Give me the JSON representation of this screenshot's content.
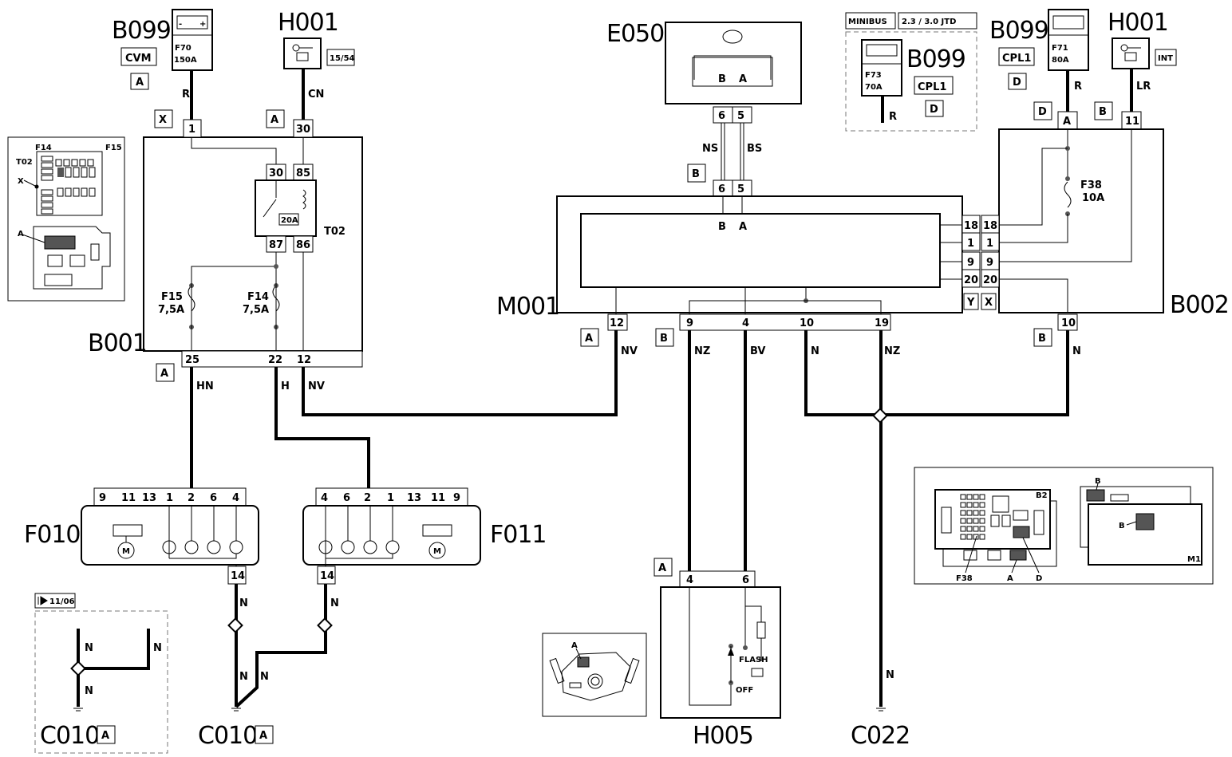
{
  "components": {
    "b099_a": {
      "code": "B099",
      "fuse": "F70",
      "rating": "150A",
      "tag": "CVM",
      "connector": "A"
    },
    "h001_a": {
      "code": "H001",
      "tag": "15/54"
    },
    "e050": {
      "code": "E050"
    },
    "minibus": {
      "label": "MINIBUS",
      "engine": "2.3 / 3.0 JTD",
      "code": "B099",
      "fuse": "F73",
      "rating": "70A",
      "tag": "CPL1",
      "connector": "D",
      "wire": "R"
    },
    "b099_b": {
      "code": "B099",
      "fuse": "F71",
      "rating": "80A",
      "tag": "CPL1",
      "connector": "D"
    },
    "h001_b": {
      "code": "H001",
      "tag": "INT"
    },
    "b001": {
      "code": "B001"
    },
    "m001": {
      "code": "M001"
    },
    "b002": {
      "code": "B002",
      "fuse": "F38",
      "rating": "10A"
    },
    "f010": {
      "code": "F010"
    },
    "f011": {
      "code": "F011"
    },
    "h005": {
      "code": "H005",
      "flash": "FLASH",
      "off": "OFF"
    },
    "c022": {
      "code": "C022"
    },
    "c010_a": {
      "code": "C010",
      "connector": "A"
    },
    "c010_b": {
      "code": "C010",
      "connector": "A"
    },
    "validity": "11/06"
  },
  "b001_internal": {
    "relay": "T02",
    "relay_rating": "20A",
    "relay_pins": [
      "30",
      "85",
      "87",
      "86"
    ],
    "fuse_f15": "F15",
    "fuse_f15_rating": "7,5A",
    "fuse_f14": "F14",
    "fuse_f14_rating": "7,5A"
  },
  "pins": {
    "b001_top": [
      "1",
      "30"
    ],
    "b001_bottom": [
      "25",
      "22",
      "12"
    ],
    "e050": [
      "6",
      "5"
    ],
    "e050_inner": [
      "B",
      "A"
    ],
    "m001_top": [
      "6",
      "5"
    ],
    "m001_inner": [
      "B",
      "A"
    ],
    "m001_bottom": [
      "12",
      "9",
      "4",
      "10",
      "19"
    ],
    "m001_right": [
      "18",
      "1",
      "9",
      "20"
    ],
    "b002_left": [
      "18",
      "1",
      "9",
      "20"
    ],
    "b002_top": [
      "A",
      "11"
    ],
    "b002_bottom": [
      "10"
    ],
    "f010_pins": [
      "9",
      "11",
      "13",
      "1",
      "2",
      "6",
      "4"
    ],
    "f011_pins": [
      "4",
      "6",
      "2",
      "1",
      "13",
      "11",
      "9"
    ],
    "f_bottom": "14",
    "h005": [
      "4",
      "6"
    ],
    "side_yx": [
      "Y",
      "X"
    ]
  },
  "connector_tags": {
    "b001_pin1": "X",
    "b001_pin30": "A",
    "b001_bottom": "A",
    "e050_mid": "B",
    "m001_pin12": "A",
    "m001_b": "B",
    "b002_a": "D",
    "b002_11": "B",
    "b002_10": "B",
    "h005": "A"
  },
  "wires": {
    "b099_r": "R",
    "h001_cn": "CN",
    "e050_ns": "NS",
    "e050_bs": "BS",
    "b002_r": "R",
    "b002_lr": "LR",
    "b001_25": "HN",
    "b001_22": "H",
    "b001_12": "NV",
    "m001_12": "NV",
    "m001_9": "NZ",
    "m001_4": "BV",
    "m001_10": "N",
    "m001_19": "NZ",
    "b002_10": "N",
    "f010_n": "N",
    "f011_n": "N",
    "c010_n1": "N",
    "c010_n2": "N",
    "c022_n": "N",
    "inset_n1": "N",
    "inset_n2": "N",
    "inset_n3": "N"
  },
  "inset_b001": {
    "f14": "F14",
    "f15": "F15",
    "t02": "T02",
    "x": "X",
    "a": "A"
  },
  "inset_b002": {
    "b2": "B2",
    "m1": "M1",
    "f38": "F38",
    "a": "A",
    "d": "D",
    "b1": "B",
    "b2tag": "B"
  },
  "inset_h005": {
    "a": "A"
  }
}
